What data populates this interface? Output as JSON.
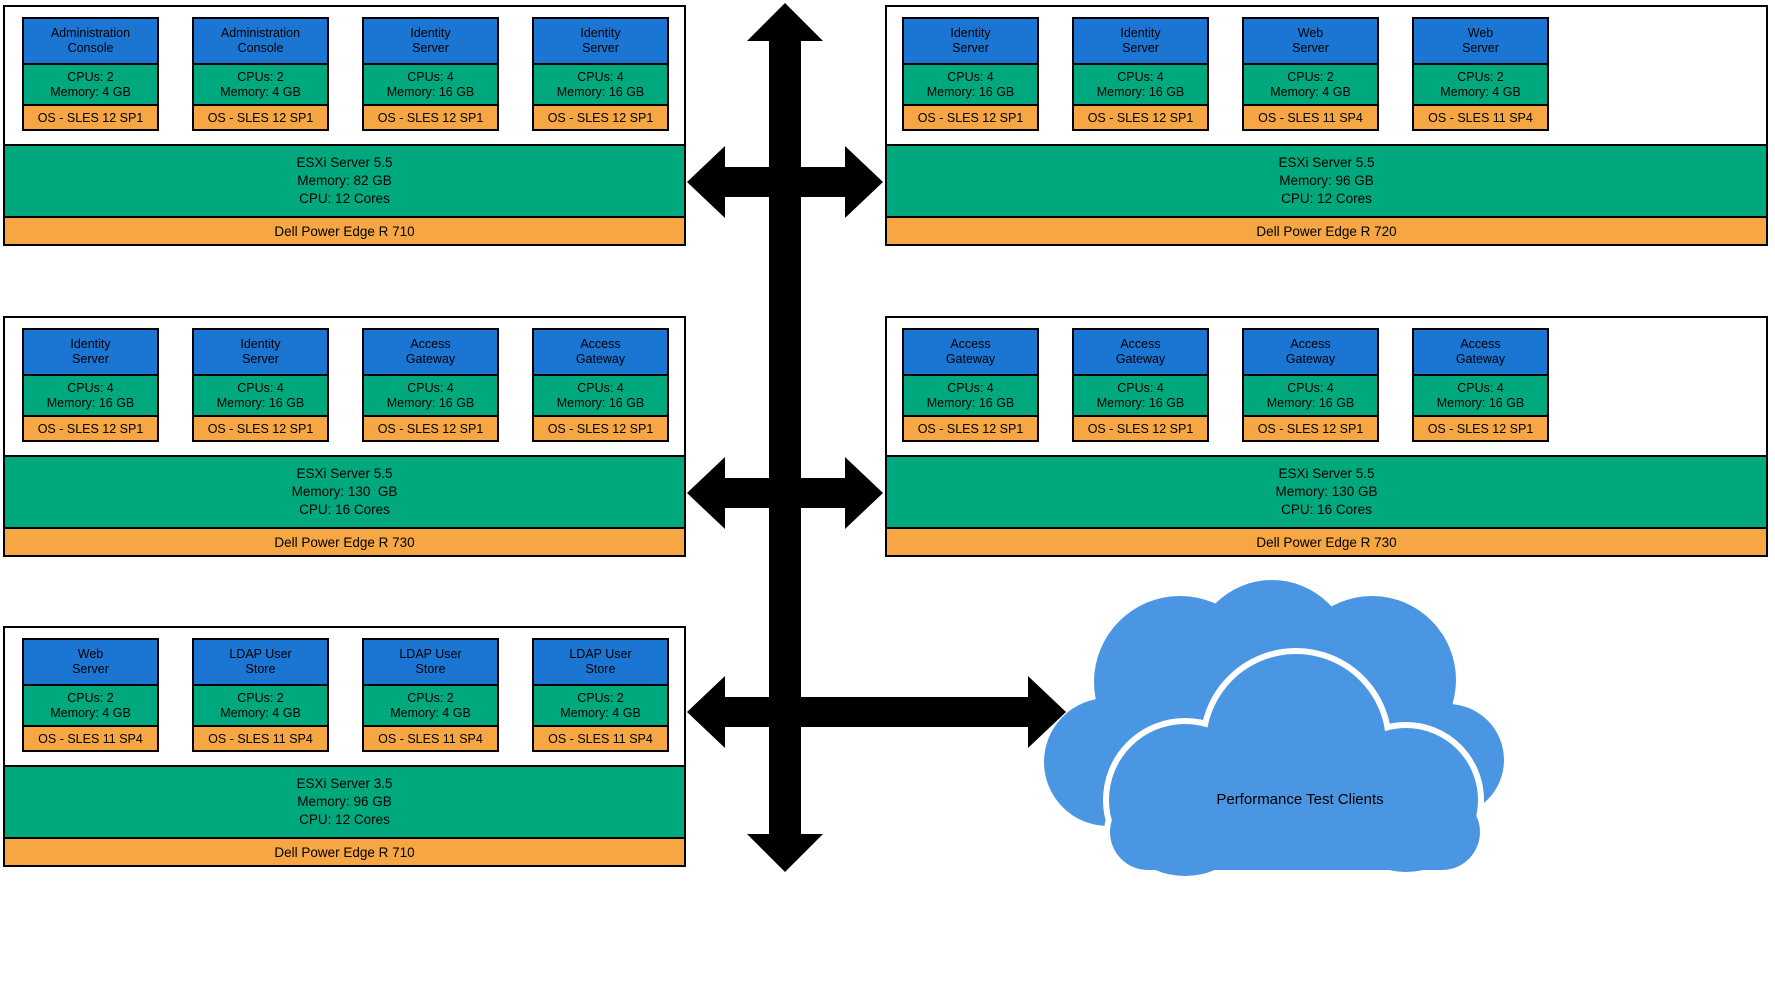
{
  "diagram": {
    "cloud": {
      "label": "Performance Test Clients"
    },
    "colors": {
      "vm_name_bg": "#1b75d2",
      "resources_bg": "#00a87e",
      "os_bg": "#f6a642",
      "cloud_fill": "#4a96e3",
      "arrow": "#000000"
    },
    "hosts": [
      {
        "id": "host-top-left",
        "esxi": {
          "line1": "ESXi Server 5.5",
          "line2": "Memory: 82 GB",
          "line3": "CPU: 12 Cores"
        },
        "hardware": "Dell Power Edge R 710",
        "vms": [
          {
            "line1": "Administration",
            "line2": "Console",
            "cpus": "CPUs: 2",
            "memory": "Memory: 4 GB",
            "os": "OS - SLES 12 SP1"
          },
          {
            "line1": "Administration",
            "line2": "Console",
            "cpus": "CPUs: 2",
            "memory": "Memory: 4 GB",
            "os": "OS - SLES 12 SP1"
          },
          {
            "line1": "Identity",
            "line2": "Server",
            "cpus": "CPUs: 4",
            "memory": "Memory: 16 GB",
            "os": "OS - SLES 12 SP1"
          },
          {
            "line1": "Identity",
            "line2": "Server",
            "cpus": "CPUs: 4",
            "memory": "Memory: 16 GB",
            "os": "OS - SLES 12 SP1"
          }
        ]
      },
      {
        "id": "host-top-right",
        "esxi": {
          "line1": "ESXi Server 5.5",
          "line2": "Memory: 96 GB",
          "line3": "CPU: 12 Cores"
        },
        "hardware": "Dell Power Edge R 720",
        "vms": [
          {
            "line1": "Identity",
            "line2": "Server",
            "cpus": "CPUs: 4",
            "memory": "Memory: 16 GB",
            "os": "OS - SLES 12 SP1"
          },
          {
            "line1": "Identity",
            "line2": "Server",
            "cpus": "CPUs: 4",
            "memory": "Memory: 16 GB",
            "os": "OS - SLES 12 SP1"
          },
          {
            "line1": "Web",
            "line2": "Server",
            "cpus": "CPUs: 2",
            "memory": "Memory: 4 GB",
            "os": "OS - SLES 11 SP4"
          },
          {
            "line1": "Web",
            "line2": "Server",
            "cpus": "CPUs: 2",
            "memory": "Memory: 4 GB",
            "os": "OS - SLES 11 SP4"
          }
        ]
      },
      {
        "id": "host-middle-left",
        "esxi": {
          "line1": "ESXi Server 5.5",
          "line2": "Memory: 130  GB",
          "line3": "CPU: 16 Cores"
        },
        "hardware": "Dell Power Edge R 730",
        "vms": [
          {
            "line1": "Identity",
            "line2": "Server",
            "cpus": "CPUs: 4",
            "memory": "Memory: 16 GB",
            "os": "OS - SLES 12 SP1"
          },
          {
            "line1": "Identity",
            "line2": "Server",
            "cpus": "CPUs: 4",
            "memory": "Memory: 16 GB",
            "os": "OS - SLES 12 SP1"
          },
          {
            "line1": "Access",
            "line2": "Gateway",
            "cpus": "CPUs: 4",
            "memory": "Memory: 16 GB",
            "os": "OS - SLES 12 SP1"
          },
          {
            "line1": "Access",
            "line2": "Gateway",
            "cpus": "CPUs: 4",
            "memory": "Memory: 16 GB",
            "os": "OS - SLES 12 SP1"
          }
        ]
      },
      {
        "id": "host-middle-right",
        "esxi": {
          "line1": "ESXi Server 5.5",
          "line2": "Memory: 130 GB",
          "line3": "CPU: 16 Cores"
        },
        "hardware": "Dell Power Edge R 730",
        "vms": [
          {
            "line1": "Access",
            "line2": "Gateway",
            "cpus": "CPUs: 4",
            "memory": "Memory: 16 GB",
            "os": "OS - SLES 12 SP1"
          },
          {
            "line1": "Access",
            "line2": "Gateway",
            "cpus": "CPUs: 4",
            "memory": "Memory: 16 GB",
            "os": "OS - SLES 12 SP1"
          },
          {
            "line1": "Access",
            "line2": "Gateway",
            "cpus": "CPUs: 4",
            "memory": "Memory: 16 GB",
            "os": "OS - SLES 12 SP1"
          },
          {
            "line1": "Access",
            "line2": "Gateway",
            "cpus": "CPUs: 4",
            "memory": "Memory: 16 GB",
            "os": "OS - SLES 12 SP1"
          }
        ]
      },
      {
        "id": "host-bottom-left",
        "esxi": {
          "line1": "ESXi Server 3.5",
          "line2": "Memory: 96 GB",
          "line3": "CPU: 12 Cores"
        },
        "hardware": "Dell Power Edge R 710",
        "vms": [
          {
            "line1": "Web",
            "line2": "Server",
            "cpus": "CPUs: 2",
            "memory": "Memory: 4 GB",
            "os": "OS - SLES 11 SP4"
          },
          {
            "line1": "LDAP User",
            "line2": "Store",
            "cpus": "CPUs: 2",
            "memory": "Memory: 4 GB",
            "os": "OS - SLES 11 SP4"
          },
          {
            "line1": "LDAP User",
            "line2": "Store",
            "cpus": "CPUs: 2",
            "memory": "Memory: 4 GB",
            "os": "OS - SLES 11 SP4"
          },
          {
            "line1": "LDAP User",
            "line2": "Store",
            "cpus": "CPUs: 2",
            "memory": "Memory: 4 GB",
            "os": "OS - SLES 11 SP4"
          }
        ]
      }
    ]
  }
}
